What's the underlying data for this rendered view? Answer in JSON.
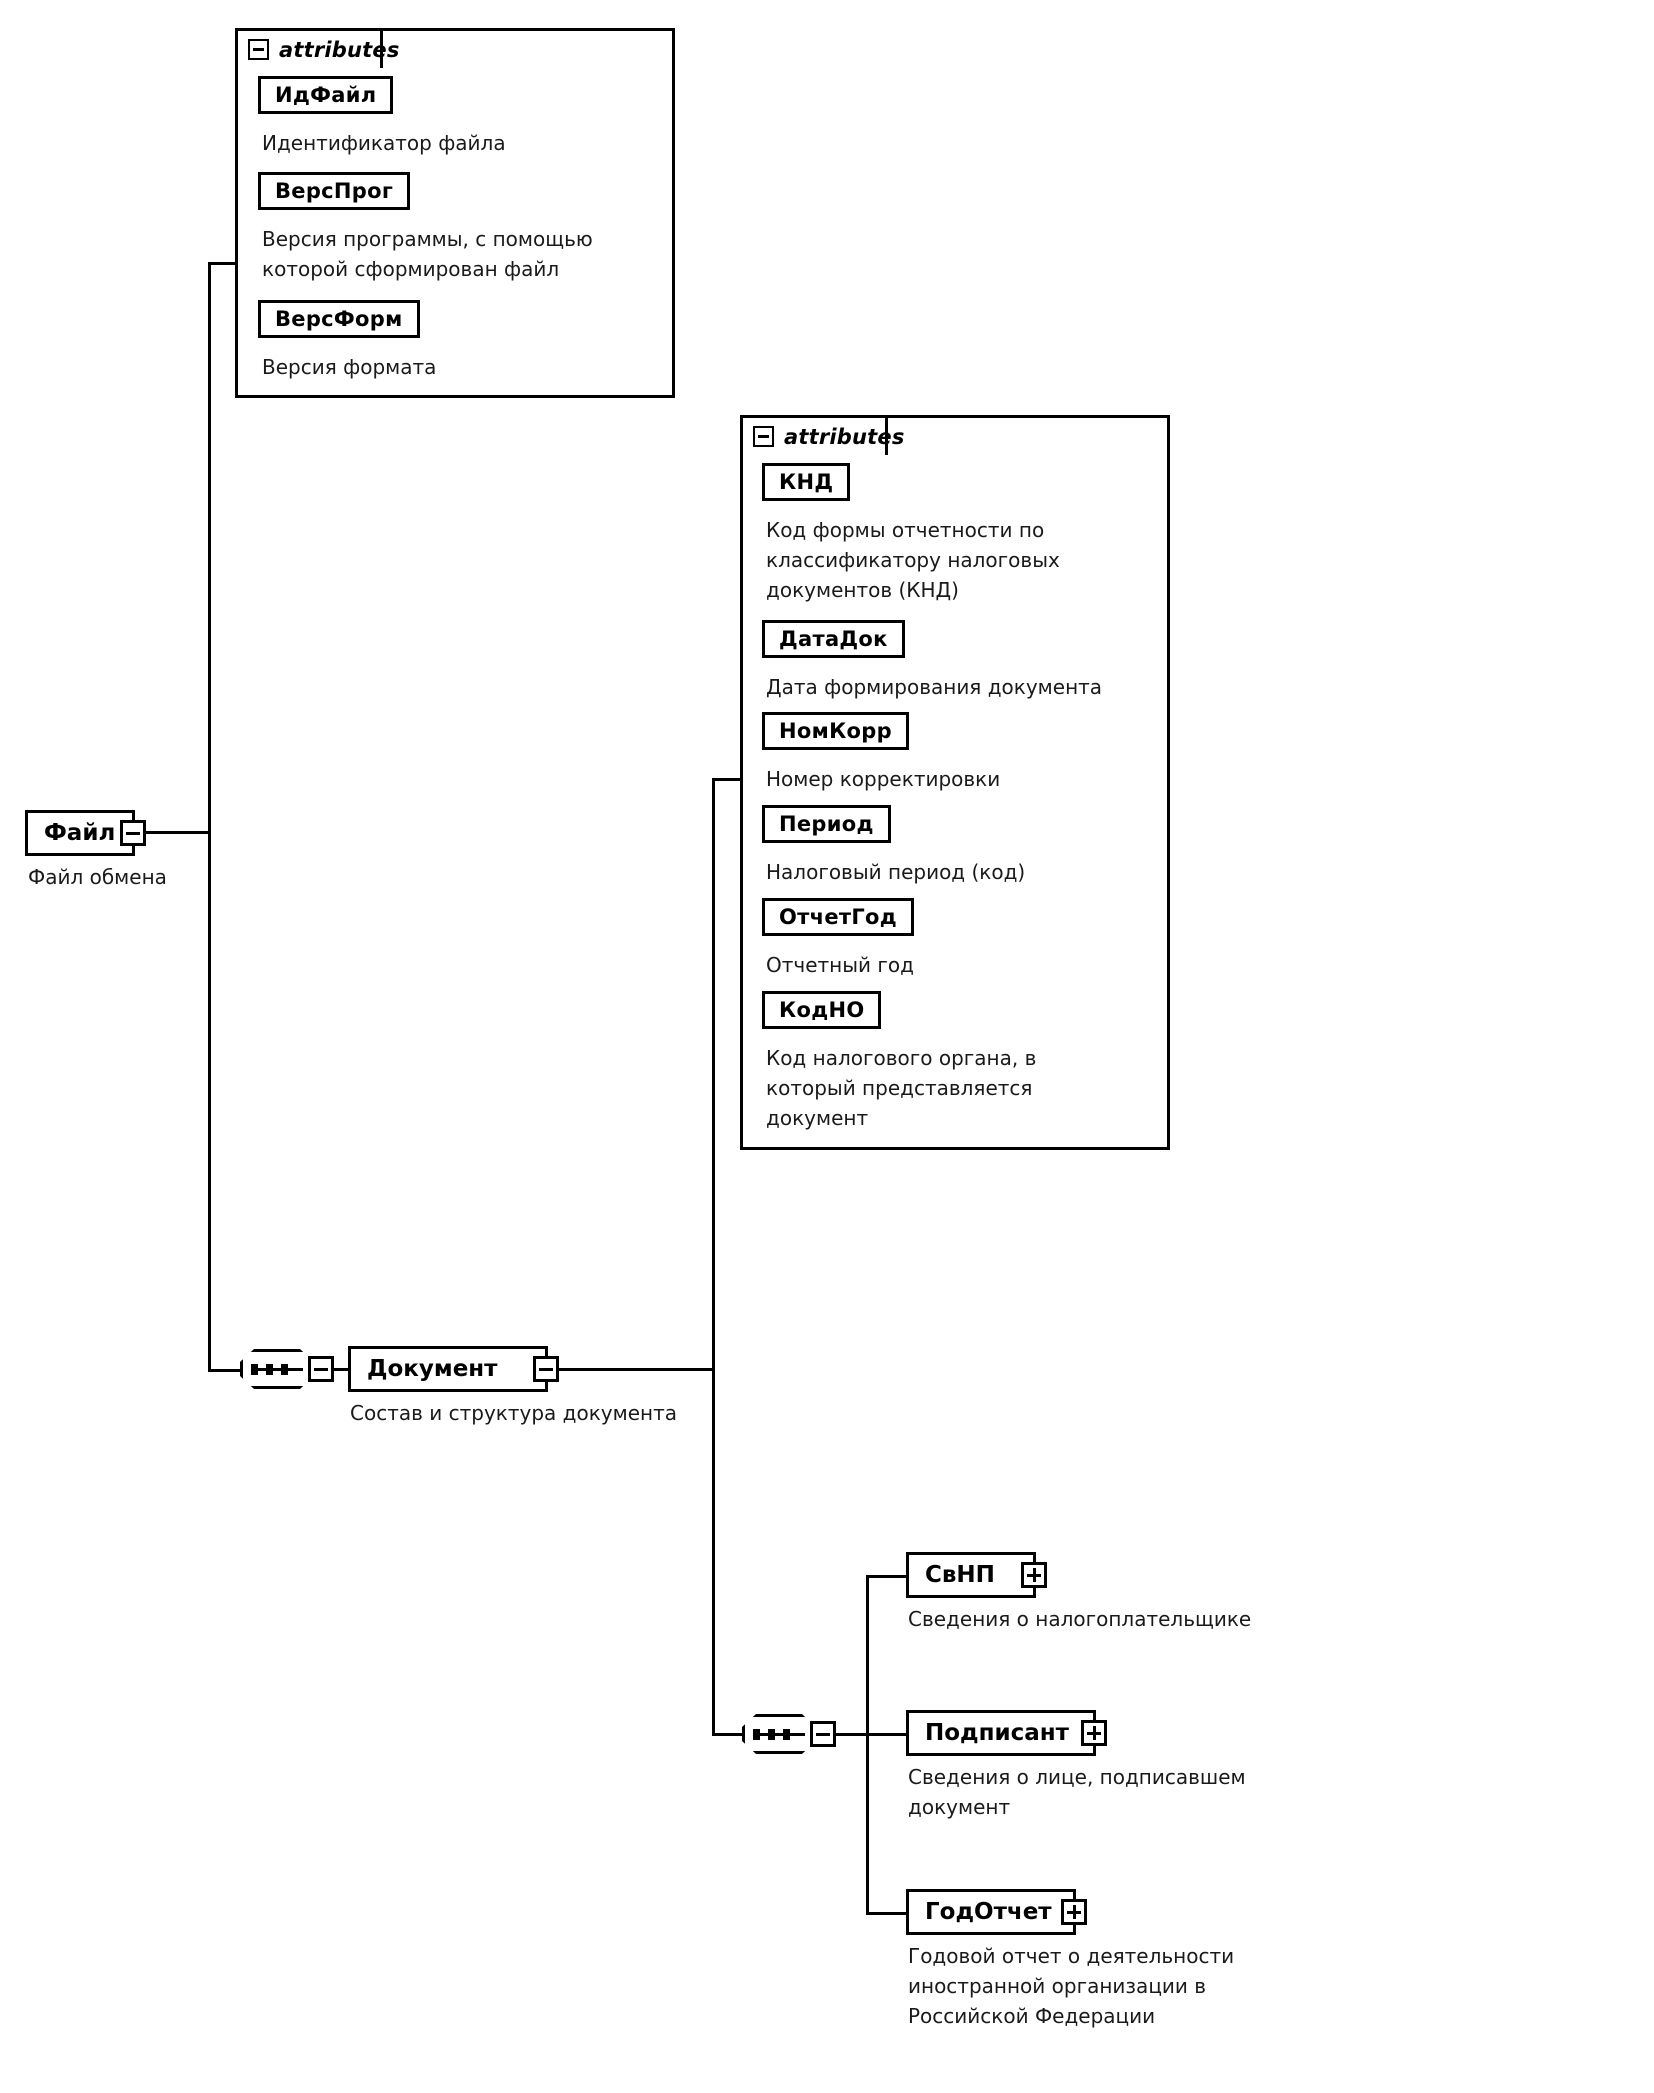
{
  "diagram": {
    "type": "xsd-schema-tree",
    "language": "ru",
    "attributes_label": "attributes",
    "root": {
      "name": "Файл",
      "description": "Файл обмена",
      "toggle": "minus",
      "attributes": [
        {
          "name": "ИдФайл",
          "description": "Идентификатор файла"
        },
        {
          "name": "ВерсПрог",
          "description": "Версия программы, с помощью\nкоторой сформирован файл"
        },
        {
          "name": "ВерсФорм",
          "description": "Версия формата"
        }
      ]
    },
    "document": {
      "name": "Документ",
      "description": "Состав и структура документа",
      "toggle": "minus",
      "attributes": [
        {
          "name": "КНД",
          "description": "Код формы отчетности по\nклассификатору налоговых\nдокументов (КНД)"
        },
        {
          "name": "ДатаДок",
          "description": "Дата формирования документа"
        },
        {
          "name": "НомКорр",
          "description": "Номер корректировки"
        },
        {
          "name": "Период",
          "description": "Налоговый период (код)"
        },
        {
          "name": "ОтчетГод",
          "description": "Отчетный год"
        },
        {
          "name": "КодНО",
          "description": "Код налогового органа, в\nкоторый представляется\nдокумент"
        }
      ],
      "children": [
        {
          "name": "СвНП",
          "toggle": "plus",
          "description": "Сведения о налогоплательщике"
        },
        {
          "name": "Подписант",
          "toggle": "plus",
          "description": "Сведения о лице, подписавшем\nдокумент"
        },
        {
          "name": "ГодОтчет",
          "toggle": "plus",
          "description": "Годовой отчет о деятельности\nиностранной организации в\nРоссийской Федерации"
        }
      ]
    }
  }
}
